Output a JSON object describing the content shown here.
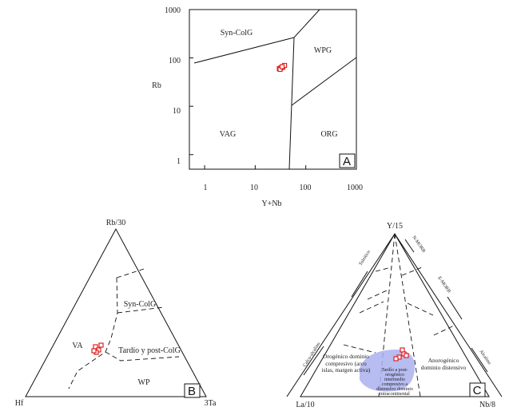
{
  "chart_data": [
    {
      "type": "scatter",
      "panel": "A",
      "xlabel": "Y+Nb",
      "ylabel": "Rb",
      "xscale": "log",
      "yscale": "log",
      "xlim": [
        0.5,
        1000
      ],
      "ylim": [
        0.5,
        1000
      ],
      "xticks": [
        "1",
        "10",
        "100",
        "1000"
      ],
      "yticks": [
        "1",
        "10",
        "100",
        "1000"
      ],
      "fields": [
        "Syn-ColG",
        "WPG",
        "VAG",
        "ORG"
      ],
      "points": [
        {
          "x": 30,
          "y": 60
        },
        {
          "x": 32,
          "y": 62
        },
        {
          "x": 35,
          "y": 64
        },
        {
          "x": 31,
          "y": 58
        },
        {
          "x": 38,
          "y": 70
        },
        {
          "x": 34,
          "y": 66
        }
      ]
    },
    {
      "type": "scatter",
      "panel": "B",
      "diagram": "ternary",
      "apex_top": "Rb/30",
      "apex_left": "Hf",
      "apex_right": "3Ta",
      "fields": [
        "Syn-ColG",
        "Tardío y post-ColG",
        "VA",
        "WP"
      ]
    },
    {
      "type": "scatter",
      "panel": "C",
      "diagram": "ternary",
      "apex_top": "Y/15",
      "apex_left": "La/10",
      "apex_right": "Nb/8",
      "side_labels": [
        "Toleítico",
        "N-MORB",
        "E-MORB",
        "Calco-alcalino",
        "Alcalino"
      ],
      "fields": [
        "Orogénico dominio compresivo (arco islas, margen activa)",
        "Anorogénico dominio distensivo"
      ],
      "small_field": [
        "Tardío a post-",
        "orogénico",
        "intermedio",
        "compresivo a",
        "distensivo dominio",
        "intracontinental"
      ]
    }
  ]
}
